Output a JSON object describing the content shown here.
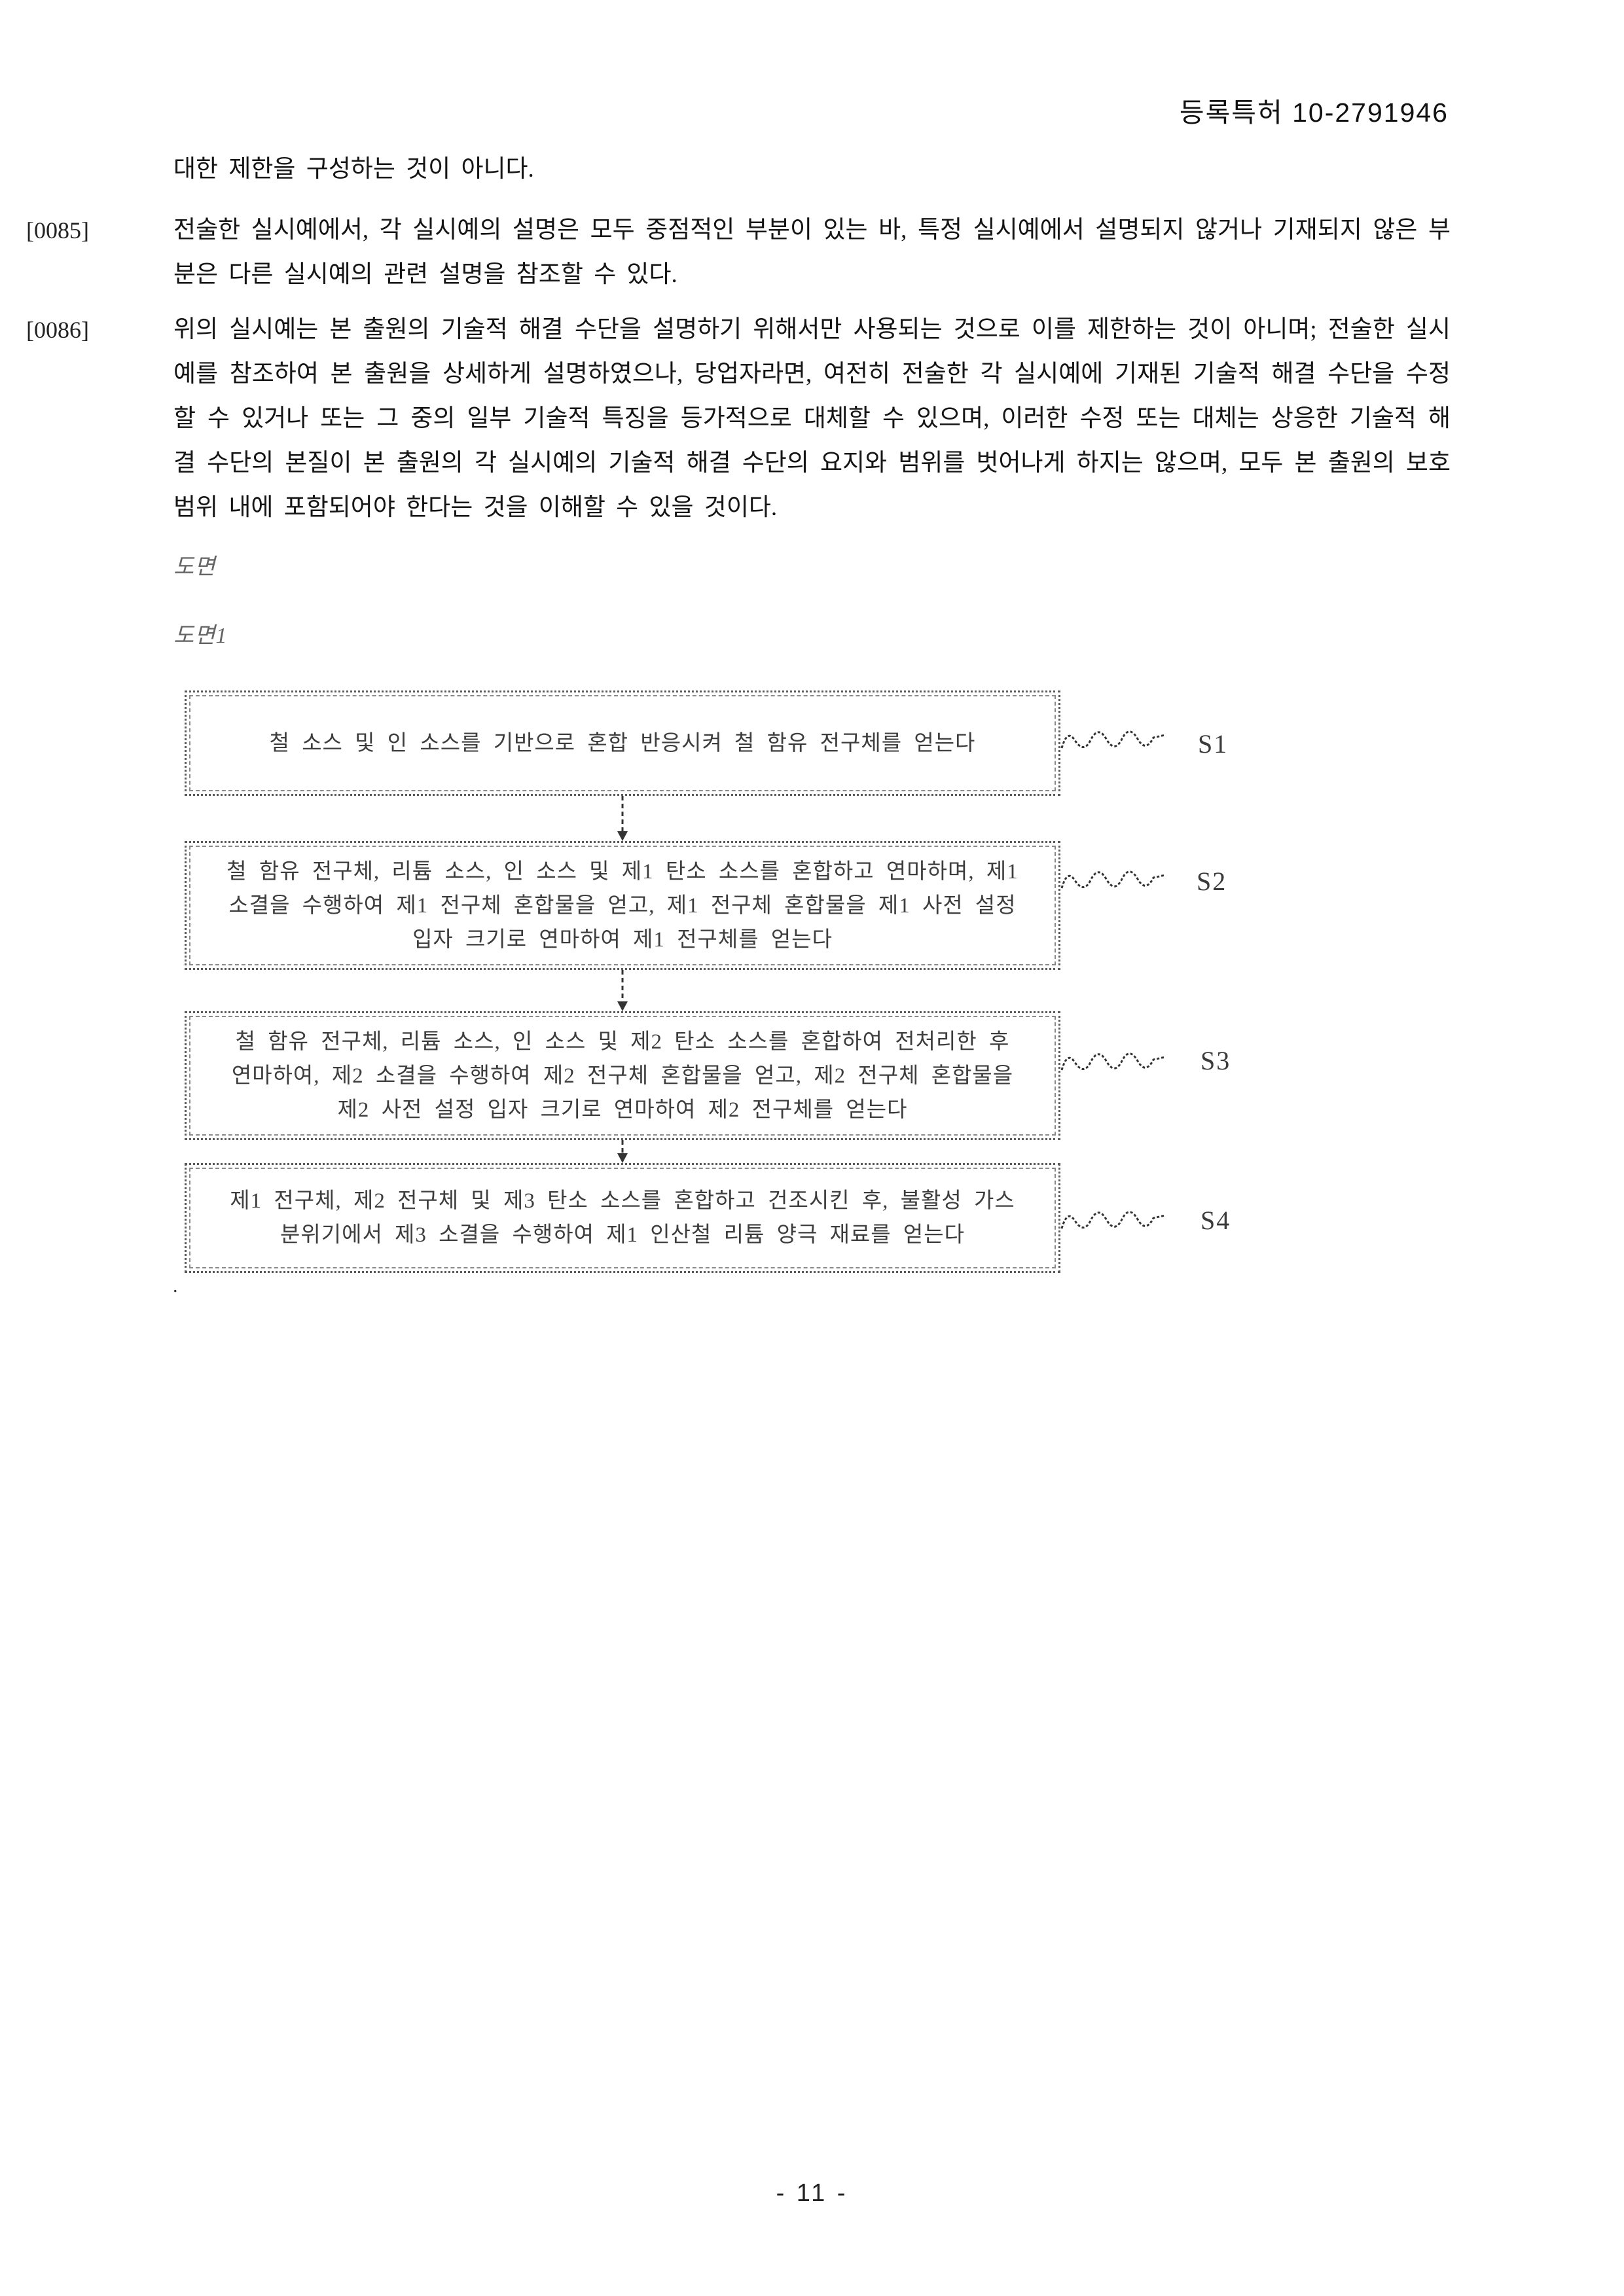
{
  "header": {
    "patent_label": "등록특허 10-2791946"
  },
  "body": {
    "continuation_line": "대한 제한을 구성하는 것이 아니다.",
    "paragraphs": [
      {
        "number": "[0085]",
        "text": "전술한 실시예에서, 각 실시예의 설명은 모두 중점적인 부분이 있는 바, 특정 실시예에서 설명되지 않거나 기재되지 않은 부분은 다른 실시예의 관련 설명을 참조할 수 있다."
      },
      {
        "number": "[0086]",
        "text": "위의 실시예는 본 출원의 기술적 해결 수단을 설명하기 위해서만 사용되는 것으로 이를 제한하는 것이 아니며; 전술한 실시예를 참조하여 본 출원을 상세하게 설명하였으나, 당업자라면, 여전히 전술한 각 실시예에 기재된 기술적 해결 수단을 수정할 수 있거나 또는 그 중의 일부 기술적 특징을 등가적으로 대체할 수 있으며, 이러한 수정 또는 대체는 상응한 기술적 해결 수단의 본질이 본 출원의 각 실시예의 기술적 해결 수단의 요지와 범위를 벗어나게 하지는 않으며, 모두 본 출원의 보호 범위 내에 포함되어야 한다는 것을 이해할 수 있을 것이다."
      }
    ],
    "figures_heading": "도면",
    "figure_caption": "도면1"
  },
  "figure": {
    "boxes": [
      {
        "step": "S1",
        "lines": [
          "철 소스 및 인 소스를 기반으로 혼합 반응시켜 철 함유 전구체를 얻는다"
        ]
      },
      {
        "step": "S2",
        "lines": [
          "철 함유 전구체, 리튬 소스, 인 소스 및 제1 탄소 소스를 혼합하고 연마하며, 제1",
          "소결을 수행하여 제1 전구체 혼합물을 얻고, 제1 전구체 혼합물을 제1 사전 설정",
          "입자 크기로 연마하여 제1 전구체를 얻는다"
        ]
      },
      {
        "step": "S3",
        "lines": [
          "철 함유 전구체, 리튬 소스, 인 소스 및 제2 탄소 소스를 혼합하여 전처리한 후",
          "연마하여, 제2 소결을 수행하여 제2 전구체 혼합물을 얻고, 제2 전구체 혼합물을",
          "제2 사전 설정 입자 크기로 연마하여 제2 전구체를 얻는다"
        ]
      },
      {
        "step": "S4",
        "lines": [
          "제1 전구체, 제2 전구체 및 제3 탄소 소스를 혼합하고 건조시킨 후, 불활성 가스",
          "분위기에서 제3 소결을 수행하여 제1 인산철 리튬 양극 재료를 얻는다"
        ]
      }
    ],
    "artifact_dot": "."
  },
  "footer": {
    "page_number": "- 11 -"
  }
}
